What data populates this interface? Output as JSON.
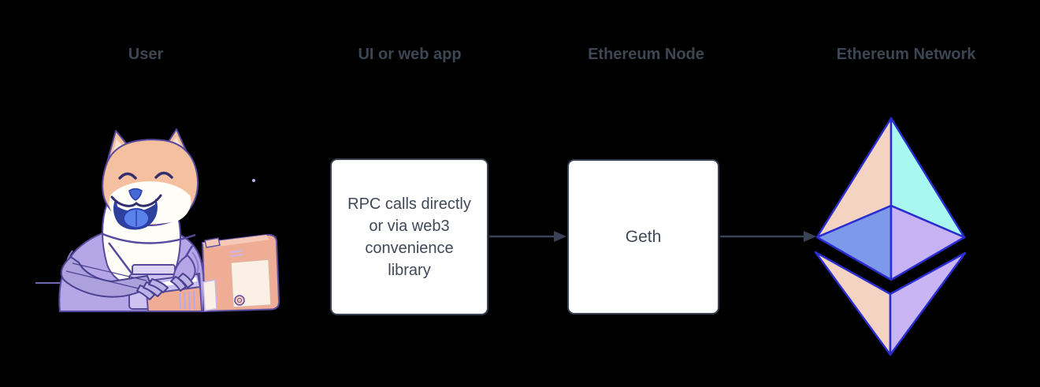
{
  "columns": [
    {
      "id": "user",
      "label": "User"
    },
    {
      "id": "ui",
      "label": "UI or web app"
    },
    {
      "id": "node",
      "label": "Ethereum Node"
    },
    {
      "id": "network",
      "label": "Ethereum Network"
    }
  ],
  "boxes": {
    "rpc": {
      "lines": [
        "RPC calls directly",
        "or via web3",
        "convenience",
        "library"
      ]
    },
    "geth": {
      "label": "Geth"
    }
  },
  "arrows": [
    {
      "from": "ui-box",
      "to": "geth-box"
    },
    {
      "from": "geth-box",
      "to": "ethereum-logo"
    }
  ],
  "icons": {
    "user_illustration": "doge-astronaut-typing-on-retro-computer",
    "network_illustration": "ethereum-logo-octahedron"
  },
  "colors": {
    "background": "#000000",
    "header_text": "#3d4653",
    "box_border": "#3a4255",
    "box_fill": "#ffffff",
    "arrow": "#3a4255",
    "eth_outline": "#2a2dd0",
    "eth_peach": "#f5d3c3",
    "eth_cyan": "#a9f8f0",
    "eth_blue": "#7d99ea",
    "eth_lavender": "#c7b2f4",
    "doge_fur": "#f4c0a0",
    "doge_suit": "#b5a7e7",
    "doge_tongue": "#5b82e8",
    "computer_body": "#efad95"
  }
}
